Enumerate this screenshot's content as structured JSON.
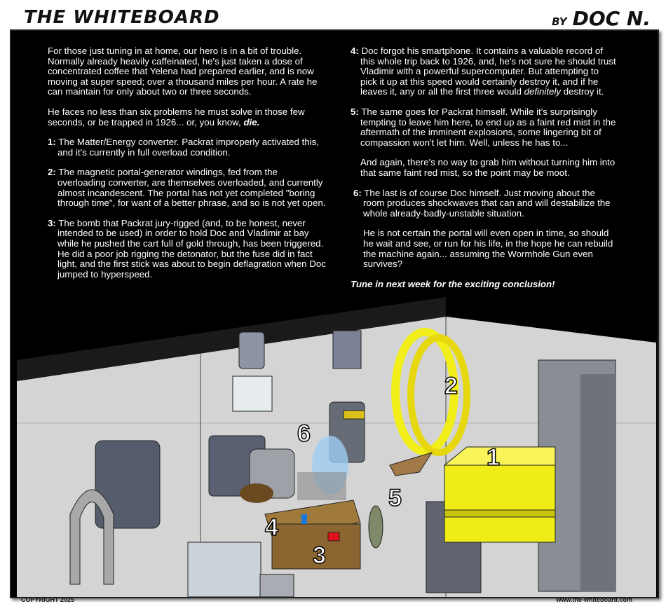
{
  "header": {
    "title": "THE WHITEBOARD",
    "by": "BY",
    "author": "DOC N."
  },
  "left_column": {
    "intro": "For those just tuning in at home, our hero is in a bit of trouble. Normally already heavily caffeinated, he's just taken a dose of concentrated coffee that Yelena had prepared earlier, and is now moving at super speed; over a thousand miles per hour. A rate he can maintain for only about two or three seconds.",
    "problems_intro": "He faces no less than six problems he must solve in those few seconds, or be trapped in 1926... or, you know,",
    "problems_intro_emph": "die.",
    "item1_label": "1:",
    "item1": "The Matter/Energy converter. Packrat improperly activated this, and it's currently in full overload condition.",
    "item2_label": "2:",
    "item2": "The magnetic portal-generator windings, fed from the overloading converter, are themselves overloaded, and currently almost incandescent. The portal has not yet completed \"boring through time\", for want of a better phrase, and so is not yet open.",
    "item3_label": "3:",
    "item3": "The bomb that Packrat jury-rigged (and, to be honest, never intended to be used) in order to hold Doc and Vladimir at bay while he pushed the cart full of gold through, has been triggered. He did a poor job rigging the detonator, but the fuse did in fact light, and the first stick was about to begin deflagration when Doc jumped to hyperspeed."
  },
  "right_column": {
    "item4_label": "4:",
    "item4_a": "Doc forgot his smartphone. It contains a valuable record of this whole trip back to 1926, and, he's not sure he should trust Vladimir with a powerful supercomputer. But attempting to pick it up at this speed would certainly destroy it, and if he leaves it, any or all the first three would",
    "item4_emph": "definitely",
    "item4_b": "destroy it.",
    "item5_label": "5:",
    "item5": "The same goes for Packrat himself. While it's surprisingly tempting to leave him here, to end up as a faint red mist in the aftermath of the imminent explosions, some lingering bit of compassion won't let him. Well, unless he has to...",
    "item5_cont": "And again, there's no way to grab him without turning him into that same faint red mist, so the point may be moot.",
    "item6_label": "6:",
    "item6": "The last is of course Doc himself. Just moving about the room produces shockwaves that can and will destabilize the whole already-badly-unstable situation.",
    "item6_cont": "He is not certain the portal will even open in time, so should he wait and see, or run for his life, in the hope he can rebuild the machine again... assuming the Wormhole Gun even survives?",
    "tune": "Tune in next week for the exciting conclusion!"
  },
  "scene_labels": [
    "1",
    "2",
    "3",
    "4",
    "5",
    "6"
  ],
  "footer": {
    "copyright": "COPYRIGHT 2025",
    "url": "www.the-whiteboard.com"
  },
  "colors": {
    "portal": "#f2ee1a",
    "floor": "#d4d4d4",
    "background": "#000000"
  }
}
